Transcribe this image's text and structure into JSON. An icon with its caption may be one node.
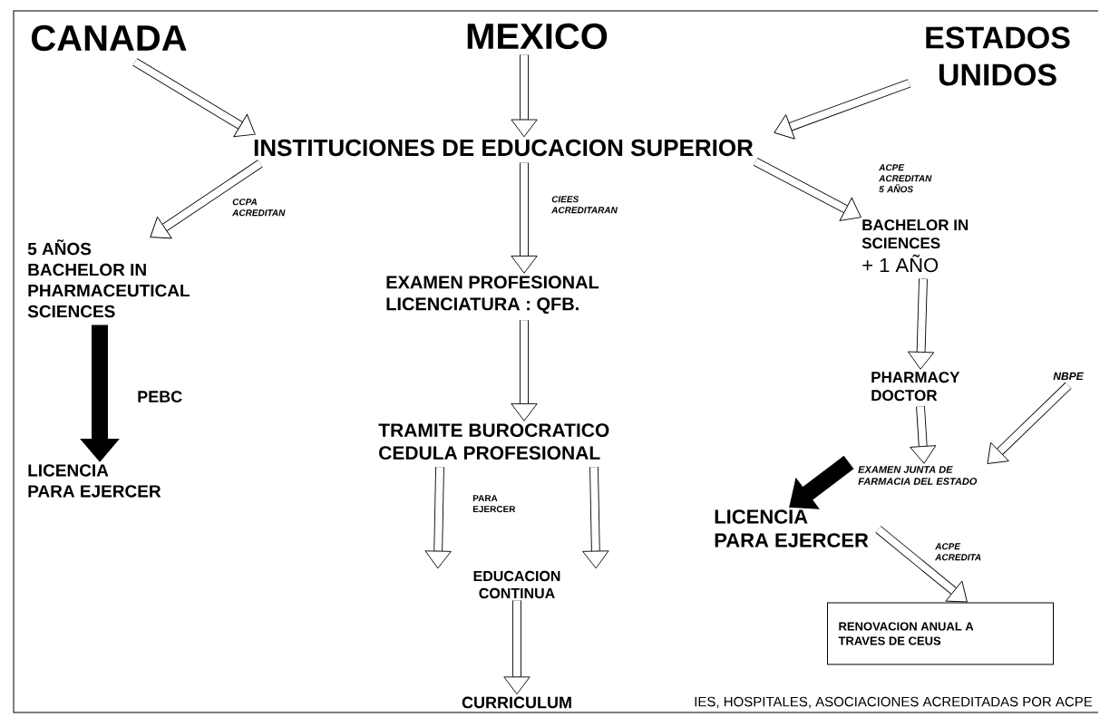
{
  "diagram": {
    "nodes": [
      {
        "text": [
          "CANADA"
        ]
      },
      {
        "text": [
          "MEXICO"
        ]
      },
      {
        "text": [
          "ESTADOS UNIDOS"
        ]
      },
      {
        "text": [
          "INSTITUCIONES DE EDUCACION SUPERIOR"
        ]
      },
      {
        "text": [
          "5 AÑOS",
          "BACHELOR IN PHARMACEUTICAL SCIENCES"
        ]
      },
      {
        "text": [
          "EXAMEN PROFESIONAL LICENCIATURA : QFB."
        ]
      },
      {
        "text": [
          "BACHELOR IN SCIENCES",
          "+ 1 AÑO"
        ]
      },
      {
        "text": [
          "LICENCIA PARA EJERCER"
        ]
      },
      {
        "text": [
          "TRAMITE BUROCRATICO CEDULA PROFESIONAL"
        ]
      },
      {
        "text": [
          "PHARMACY DOCTOR"
        ]
      },
      {
        "text": [
          "NBPE"
        ]
      },
      {
        "text": [
          "EXAMEN JUNTA DE FARMACIA DEL ESTADO"
        ]
      },
      {
        "text": [
          "EDUCACION CONTINUA"
        ]
      },
      {
        "text": [
          "LICENCIA PARA EJERCER"
        ]
      },
      {
        "text": [
          "RENOVACION ANUAL A TRAVES DE CEUS"
        ]
      },
      {
        "text": [
          "CURRICULUM"
        ]
      }
    ],
    "edges": [
      {
        "from": 0,
        "to": 3,
        "arrow": "to"
      },
      {
        "from": 1,
        "to": 3,
        "arrow": "to"
      },
      {
        "from": 2,
        "to": 3,
        "arrow": "to"
      },
      {
        "from": 3,
        "to": 4,
        "arrow": "to",
        "label": "CCPA ACREDITAN"
      },
      {
        "from": 3,
        "to": 5,
        "arrow": "to",
        "label": "CIEES ACREDITARAN"
      },
      {
        "from": 3,
        "to": 6,
        "arrow": "to",
        "label": "ACPE ACREDITAN 5 AÑOS"
      },
      {
        "from": 4,
        "to": 7,
        "arrow": "to",
        "label": "PEBC",
        "style": "thick"
      },
      {
        "from": 5,
        "to": 8,
        "arrow": "to"
      },
      {
        "from": 6,
        "to": 9,
        "arrow": "to"
      },
      {
        "from": 8,
        "to": 12,
        "arrow": "to"
      },
      {
        "from": 8,
        "to": 12,
        "arrow": "to"
      },
      {
        "from": 9,
        "to": 11,
        "arrow": "to"
      },
      {
        "from": 10,
        "to": 11,
        "arrow": "to"
      },
      {
        "from": 11,
        "to": 13,
        "arrow": "to",
        "style": "thick"
      },
      {
        "from": 13,
        "to": 14,
        "arrow": "to",
        "label": "ACPE ACREDITA"
      },
      {
        "from": 12,
        "to": 15,
        "arrow": "to"
      }
    ],
    "labels": [
      "PARA EJERCER",
      "IES, HOSPITALES, ASOCIACIONES ACREDITADAS POR ACPE"
    ]
  }
}
